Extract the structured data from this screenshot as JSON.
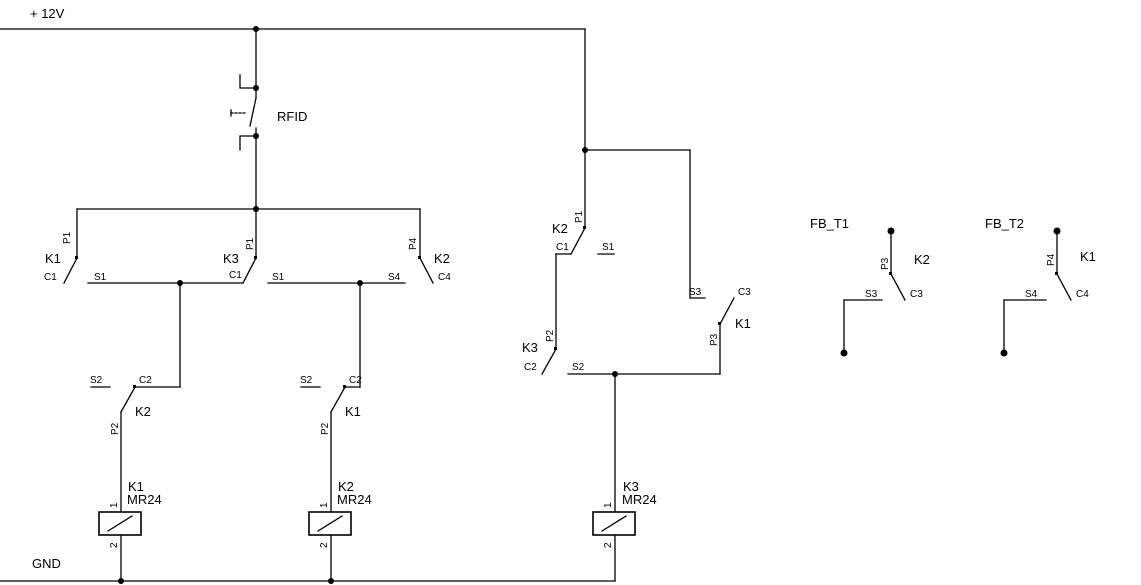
{
  "diagram": {
    "supply_label": "+ 12V",
    "ground_label": "GND",
    "rfid_label": "RFID",
    "fb1_label": "FB_T1",
    "fb2_label": "FB_T2",
    "relays": [
      {
        "name": "K1",
        "type": "MR24"
      },
      {
        "name": "K2",
        "type": "MR24"
      },
      {
        "name": "K3",
        "type": "MR24"
      }
    ],
    "coil_pins": {
      "top": "1",
      "bottom": "2"
    },
    "contacts": [
      {
        "relay": "K1",
        "p": "P1",
        "c": "C1",
        "s": "S1"
      },
      {
        "relay": "K3",
        "p": "P1",
        "c": "C1",
        "s": "S1"
      },
      {
        "relay": "K2",
        "p": "P4",
        "c": "C4",
        "s": "S4"
      },
      {
        "relay": "K2",
        "p": "P2",
        "c": "C2",
        "s": "S2"
      },
      {
        "relay": "K1",
        "p": "P2",
        "c": "C2",
        "s": "S2"
      },
      {
        "relay": "K2",
        "p": "P1",
        "c": "C1",
        "s": "S1"
      },
      {
        "relay": "K3",
        "p": "P2",
        "c": "C2",
        "s": "S2"
      },
      {
        "relay": "K1",
        "p": "P3",
        "c": "C3",
        "s": "S3"
      },
      {
        "relay": "K2",
        "p": "P3",
        "c": "C3",
        "s": "S3"
      },
      {
        "relay": "K1",
        "p": "P4",
        "c": "C4",
        "s": "S4"
      }
    ]
  }
}
